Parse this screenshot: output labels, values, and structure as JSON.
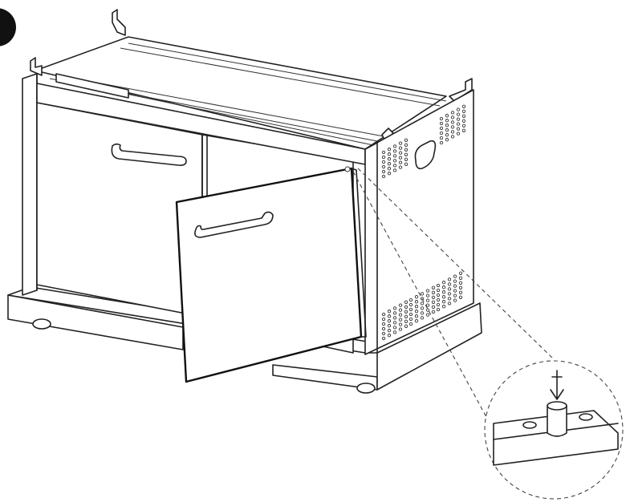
{
  "figure": {
    "type": "assembly-illustration",
    "subject": "cabinet-with-swing-door",
    "icons": [
      "step-marker-icon",
      "door-hinge-pin-icon",
      "insert-arrow-icon"
    ],
    "colors": {
      "line": "#222222",
      "background": "#ffffff"
    },
    "side_panel_vent_grid": {
      "rows": 6,
      "cols": 5
    }
  }
}
